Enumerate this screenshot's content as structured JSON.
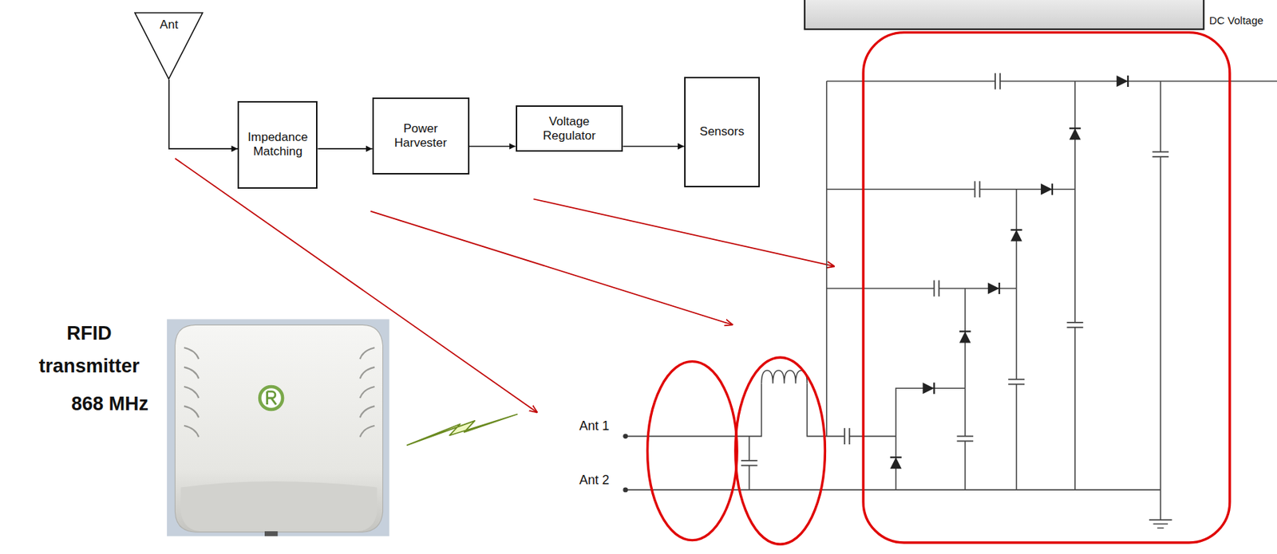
{
  "diagram": {
    "nodes": [
      {
        "text": [
          "Ant"
        ]
      },
      {
        "text": [
          "Impedance Matching"
        ]
      },
      {
        "text": [
          "Power Harvester"
        ]
      },
      {
        "text": [
          "Voltage Regulator"
        ]
      },
      {
        "text": [
          "Sensors"
        ]
      }
    ],
    "edges": [
      {
        "from": 0,
        "to": 1,
        "arrow": "to"
      },
      {
        "from": 1,
        "to": 2,
        "arrow": "to"
      },
      {
        "from": 2,
        "to": 3,
        "arrow": "to"
      },
      {
        "from": 3,
        "to": 4,
        "arrow": "to"
      }
    ],
    "labels": [
      "RFID transmitter",
      "868 MHz",
      "Ant 1",
      "Ant 2",
      "DC Voltage"
    ]
  }
}
